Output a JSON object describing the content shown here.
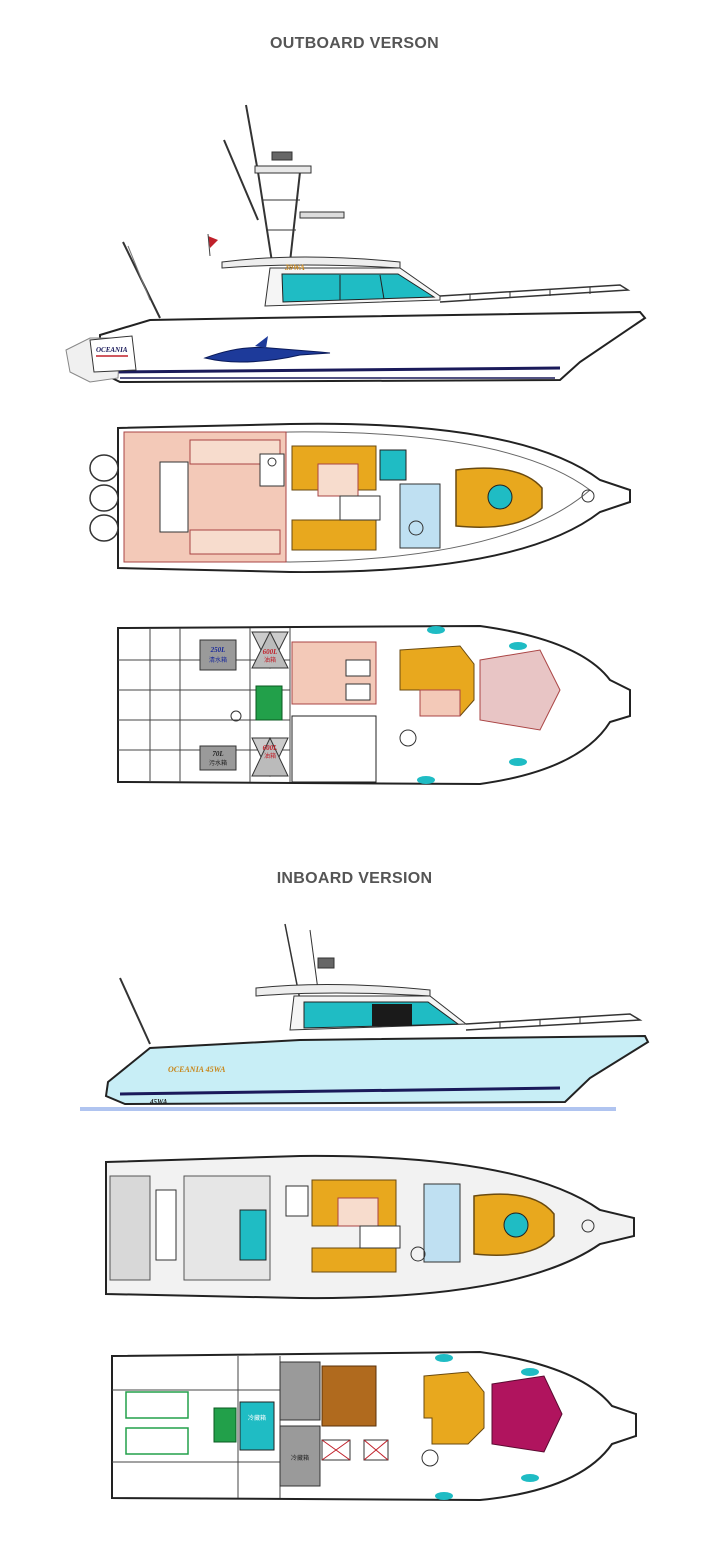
{
  "sections": {
    "outboard": {
      "title": "OUTBOARD VERSON",
      "hull_badge": "39WA",
      "brand": "OCEANIA",
      "tanks": {
        "water": "250L",
        "water_sub": "清水箱",
        "fuel_a": "600L",
        "fuel_a_sub": "油箱",
        "fuel_b": "600L",
        "fuel_b_sub": "油箱",
        "waste": "70L",
        "waste_sub": "污水箱"
      }
    },
    "inboard": {
      "title": "INBOARD VERSION",
      "hull_name": "OCEANIA 45WA",
      "hull_mark": "45WA",
      "hold_a": "冷藏箱",
      "hold_b": "冷藏箱"
    }
  },
  "colors": {
    "teal_glass": "#1fbcc4",
    "teak_orange": "#e8a81e",
    "deck_pink": "#f3c9b8",
    "galley_blue": "#bfe0f2",
    "hull_blue": "#c8eef6",
    "magenta_berth": "#b0145e",
    "tank_green": "#22a04a",
    "tank_grey": "#9a9a9a"
  }
}
